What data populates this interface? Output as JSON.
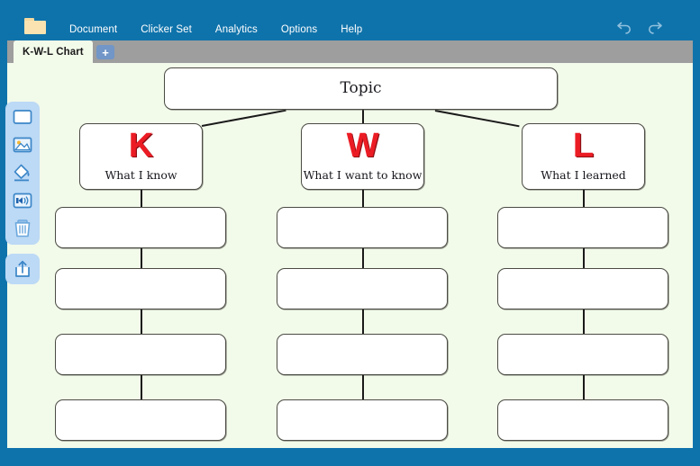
{
  "window": {
    "chrome_color": "#0f73ab",
    "canvas_color": "#f2faea",
    "tabstrip_color": "#9e9e9e"
  },
  "menubar": {
    "folder_icon": "folder-icon",
    "items": [
      {
        "label": "Document",
        "name": "menu-document"
      },
      {
        "label": "Clicker Set",
        "name": "menu-clicker-set"
      },
      {
        "label": "Analytics",
        "name": "menu-analytics"
      },
      {
        "label": "Options",
        "name": "menu-options"
      },
      {
        "label": "Help",
        "name": "menu-help"
      }
    ],
    "undo_icon": "undo-icon",
    "redo_icon": "redo-icon"
  },
  "tabstrip": {
    "active_tab": "K-W-L Chart",
    "add_tab_label": "+"
  },
  "toolbar": {
    "tools": [
      {
        "name": "shape-rectangle-icon",
        "title": "Rectangle"
      },
      {
        "name": "image-icon",
        "title": "Image"
      },
      {
        "name": "paint-fill-icon",
        "title": "Paint"
      },
      {
        "name": "sound-icon",
        "title": "Sound"
      },
      {
        "name": "trash-icon",
        "title": "Delete"
      }
    ],
    "share": {
      "name": "share-icon",
      "title": "Share"
    }
  },
  "chart_data": {
    "type": "diagram",
    "title": "K-W-L Chart",
    "root": {
      "label": "Topic"
    },
    "columns": [
      {
        "key": "K",
        "letter": "K",
        "subtitle": "What I know",
        "letter_color": "#ec1c24",
        "cells": [
          "",
          "",
          "",
          ""
        ]
      },
      {
        "key": "W",
        "letter": "W",
        "subtitle": "What I want to know",
        "letter_color": "#ec1c24",
        "cells": [
          "",
          "",
          "",
          ""
        ]
      },
      {
        "key": "L",
        "letter": "L",
        "subtitle": "What I learned",
        "letter_color": "#ec1c24",
        "cells": [
          "",
          "",
          "",
          ""
        ]
      }
    ]
  }
}
